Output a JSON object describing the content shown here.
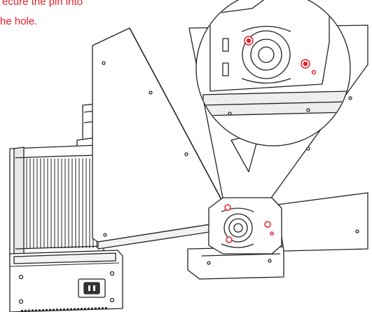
{
  "instruction": {
    "lines": [
      "ecure the pin into",
      "he hole."
    ]
  },
  "colors": {
    "annotation": "#e8202a",
    "outline": "#222222",
    "background": "#ffffff"
  },
  "icons": {
    "power_inlet": "power-socket-icon",
    "pins": "red-circle-marker"
  }
}
